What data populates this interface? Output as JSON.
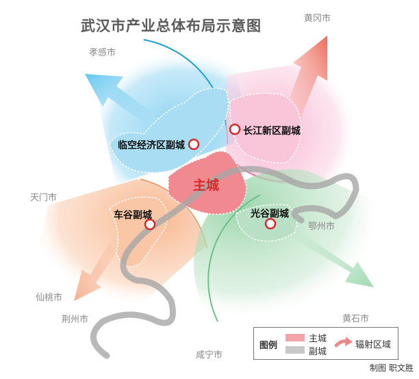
{
  "title": "武汉市产业总体布局示意图",
  "main_city": "主城",
  "sub_cities": [
    "临空经济区副城",
    "长江新区副城",
    "车谷副城",
    "光谷副城"
  ],
  "nearby_cities": [
    "孝感市",
    "黄冈市",
    "天门市",
    "仙桃市",
    "荆州市",
    "鄂州市",
    "黄石市",
    "咸宁市"
  ],
  "legend": {
    "title": "图例",
    "main_city": "主城",
    "sub_city": "副城",
    "radiation_zone": "辐射区域"
  },
  "credit": "制图 职文胜",
  "colors": {
    "main_city": "#f18a90",
    "sub_city": "#c9c9c9",
    "northwest_zone": "#7ccdef",
    "northeast_zone": "#f7b9d2",
    "southwest_zone": "#f7b48a",
    "southeast_zone": "#a8d9b4",
    "arrow_northeast": "#ee6b5e",
    "marker": "#d42a2a",
    "title": "#5a5a5a",
    "city_label": "#8a8a8a"
  }
}
